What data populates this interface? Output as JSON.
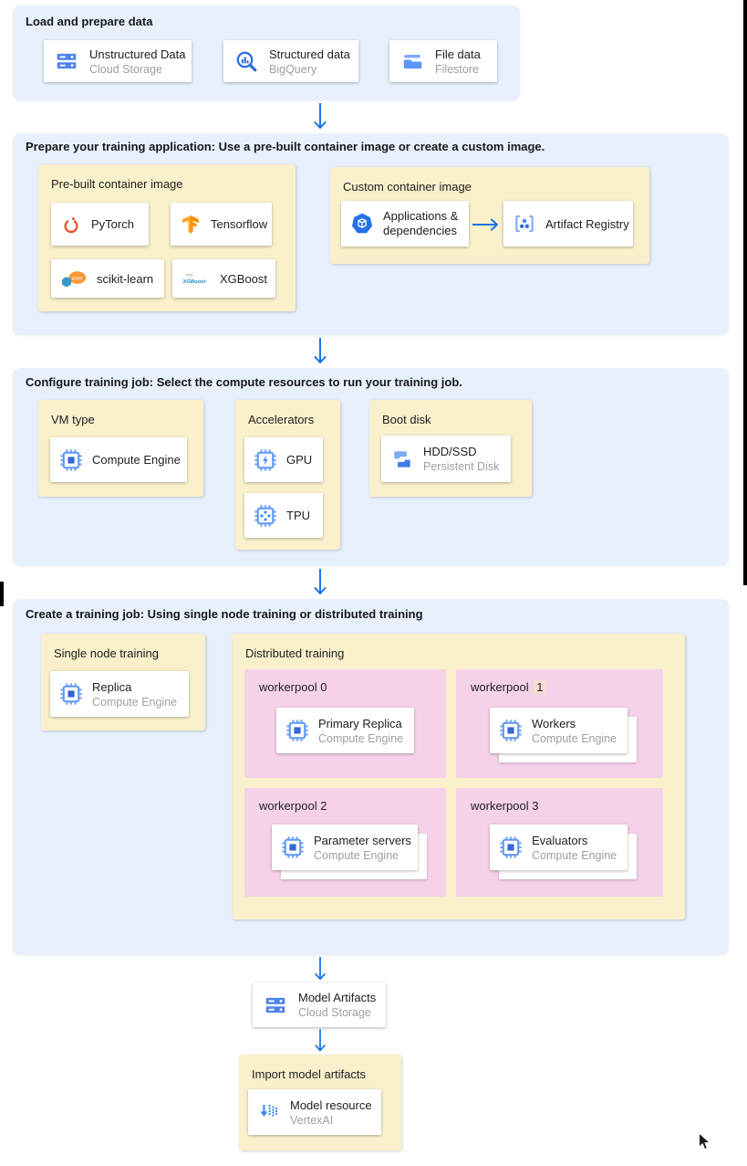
{
  "palette": {
    "section_bg": "#e8f0fe",
    "panel_bg": "#faf0cb",
    "pool_bg": "#f6d2e9",
    "arrow_blue": "#1a73e8",
    "highlight": "#f9ddd2",
    "card_title": "#202124",
    "card_subtitle": "#9aa0a6"
  },
  "load": {
    "title": "Load and prepare data",
    "cards": [
      {
        "title": "Unstructured Data",
        "subtitle": "Cloud Storage",
        "icon": "cloud-storage-icon"
      },
      {
        "title": "Structured data",
        "subtitle": "BigQuery",
        "icon": "bigquery-icon"
      },
      {
        "title": "File data",
        "subtitle": "Filestore",
        "icon": "filestore-icon"
      }
    ]
  },
  "prepare": {
    "title": "Prepare your training application: Use a pre-built container image or create a custom image.",
    "prebuilt": {
      "label": "Pre-built container image",
      "cards": [
        {
          "title": "PyTorch",
          "icon": "pytorch-icon"
        },
        {
          "title": "Tensorflow",
          "icon": "tensorflow-icon"
        },
        {
          "title": "scikit-learn",
          "icon": "scikit-learn-icon"
        },
        {
          "title": "XGBoost",
          "icon": "xgboost-icon"
        }
      ]
    },
    "custom": {
      "label": "Custom container image",
      "cards": [
        {
          "title": "Applications & dependencies",
          "icon": "applications-dependencies-icon"
        },
        {
          "title": "Artifact Registry",
          "icon": "artifact-registry-icon"
        }
      ]
    }
  },
  "configure": {
    "title": "Configure training job: Select the compute resources to run your training job.",
    "vm": {
      "label": "VM type",
      "card": {
        "title": "Compute Engine",
        "icon": "compute-engine-icon"
      }
    },
    "accelerators": {
      "label": "Accelerators",
      "cards": [
        {
          "title": "GPU",
          "icon": "gpu-chip-icon"
        },
        {
          "title": "TPU",
          "icon": "tpu-chip-icon"
        }
      ]
    },
    "boot": {
      "label": "Boot disk",
      "card": {
        "title": "HDD/SSD",
        "subtitle": "Persistent Disk",
        "icon": "persistent-disk-icon"
      }
    }
  },
  "create": {
    "title": "Create a training job: Using single node training or distributed training",
    "single": {
      "label": "Single node training",
      "card": {
        "title": "Replica",
        "subtitle": "Compute Engine",
        "icon": "compute-engine-icon"
      }
    },
    "distributed": {
      "label": "Distributed training",
      "workerpools": [
        {
          "name_prefix": "workerpool",
          "name_number": "0",
          "card": {
            "title": "Primary Replica",
            "subtitle": "Compute Engine",
            "icon": "compute-engine-icon"
          }
        },
        {
          "name_prefix": "workerpool",
          "name_number": "1",
          "card": {
            "title": "Workers",
            "subtitle": "Compute Engine",
            "icon": "compute-engine-icon"
          }
        },
        {
          "name_prefix": "workerpool",
          "name_number": "2",
          "card": {
            "title": "Parameter servers",
            "subtitle": "Compute Engine",
            "icon": "compute-engine-icon"
          }
        },
        {
          "name_prefix": "workerpool",
          "name_number": "3",
          "card": {
            "title": "Evaluators",
            "subtitle": "Compute Engine",
            "icon": "compute-engine-icon"
          }
        }
      ]
    }
  },
  "output": {
    "card": {
      "title": "Model Artifacts",
      "subtitle": "Cloud Storage",
      "icon": "cloud-storage-icon"
    }
  },
  "import_model": {
    "label": "Import model artifacts",
    "card": {
      "title": "Model resource",
      "subtitle": "VertexAI",
      "icon": "vertex-ai-icon"
    }
  }
}
